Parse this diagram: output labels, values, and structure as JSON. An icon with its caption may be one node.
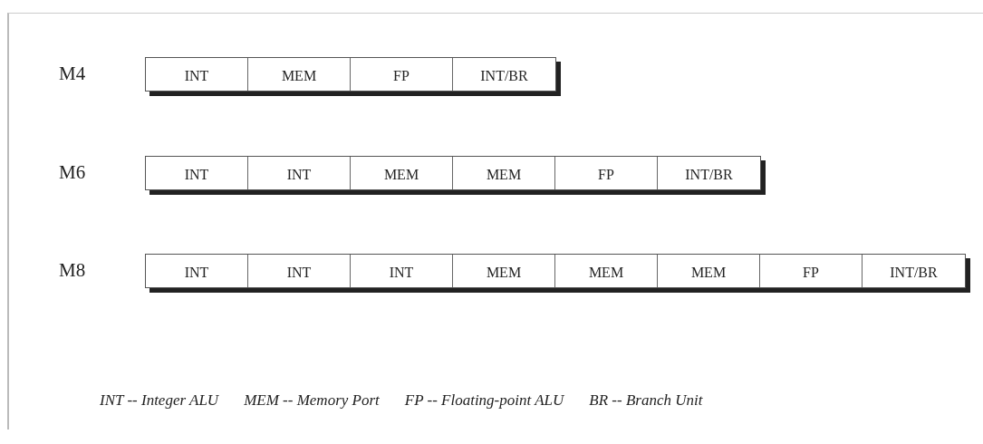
{
  "diagram": {
    "nodes": [
      {
        "text": [
          "M4"
        ]
      },
      {
        "text": [
          "INT"
        ],
        "in": 0
      },
      {
        "text": [
          "MEM"
        ],
        "in": 0
      },
      {
        "text": [
          "FP"
        ],
        "in": 0
      },
      {
        "text": [
          "INT/BR"
        ],
        "in": 0
      },
      {
        "text": [
          "M6"
        ]
      },
      {
        "text": [
          "INT"
        ],
        "in": 5
      },
      {
        "text": [
          "INT"
        ],
        "in": 5
      },
      {
        "text": [
          "MEM"
        ],
        "in": 5
      },
      {
        "text": [
          "MEM"
        ],
        "in": 5
      },
      {
        "text": [
          "FP"
        ],
        "in": 5
      },
      {
        "text": [
          "INT/BR"
        ],
        "in": 5
      },
      {
        "text": [
          "M8"
        ]
      },
      {
        "text": [
          "INT"
        ],
        "in": 12
      },
      {
        "text": [
          "INT"
        ],
        "in": 12
      },
      {
        "text": [
          "INT"
        ],
        "in": 12
      },
      {
        "text": [
          "MEM"
        ],
        "in": 12
      },
      {
        "text": [
          "MEM"
        ],
        "in": 12
      },
      {
        "text": [
          "MEM"
        ],
        "in": 12
      },
      {
        "text": [
          "FP"
        ],
        "in": 12
      },
      {
        "text": [
          "INT/BR"
        ],
        "in": 12
      }
    ],
    "edges": [],
    "labels": [
      "INT -- Integer ALU",
      "MEM -- Memory Port",
      "FP -- Floating-point ALU",
      "BR -- Branch Unit"
    ]
  }
}
